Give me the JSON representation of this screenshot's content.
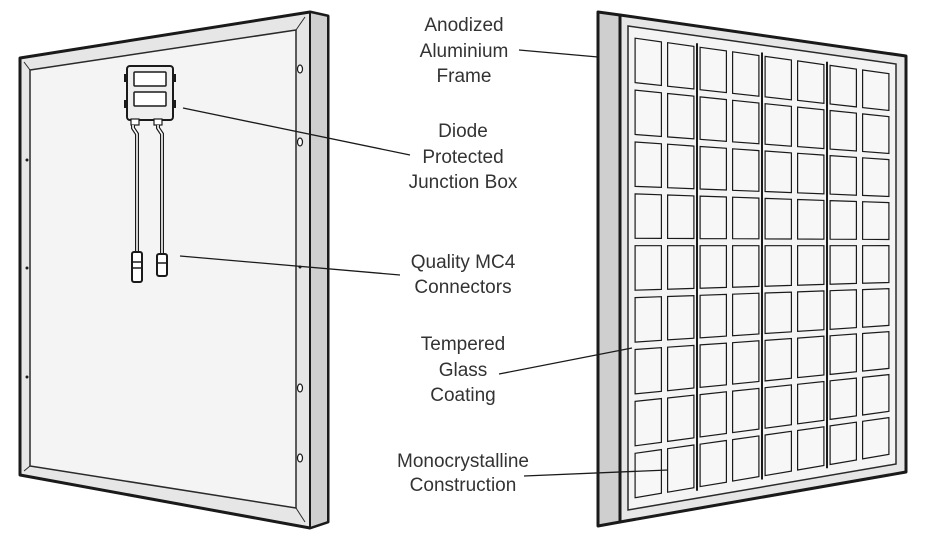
{
  "callouts": {
    "frame": [
      "Anodized",
      "Aluminium",
      "Frame"
    ],
    "junction_box": [
      "Diode",
      "Protected",
      "Junction Box"
    ],
    "connectors": [
      "Quality MC4",
      "Connectors"
    ],
    "glass": [
      "Tempered",
      "Glass",
      "Coating"
    ],
    "cells": [
      "Monocrystalline",
      "Construction"
    ]
  },
  "colors": {
    "outline": "#1a1a1a",
    "panel_fill": "#f4f4f4",
    "frame_fill": "#dcdcdc",
    "label_text": "#333333"
  }
}
